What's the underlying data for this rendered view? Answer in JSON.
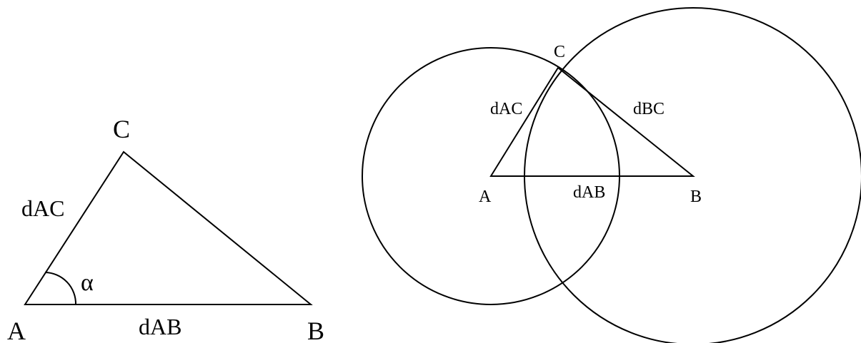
{
  "left_figure": {
    "vertex_a": "A",
    "vertex_b": "B",
    "vertex_c": "C",
    "side_ac": "dAC",
    "side_ab": "dAB",
    "angle": "α"
  },
  "right_figure": {
    "vertex_a": "A",
    "vertex_b": "B",
    "vertex_c": "C",
    "side_ac": "dAC",
    "side_bc": "dBC",
    "side_ab": "dAB"
  },
  "colors": {
    "stroke": "#000000",
    "background": "#ffffff"
  }
}
